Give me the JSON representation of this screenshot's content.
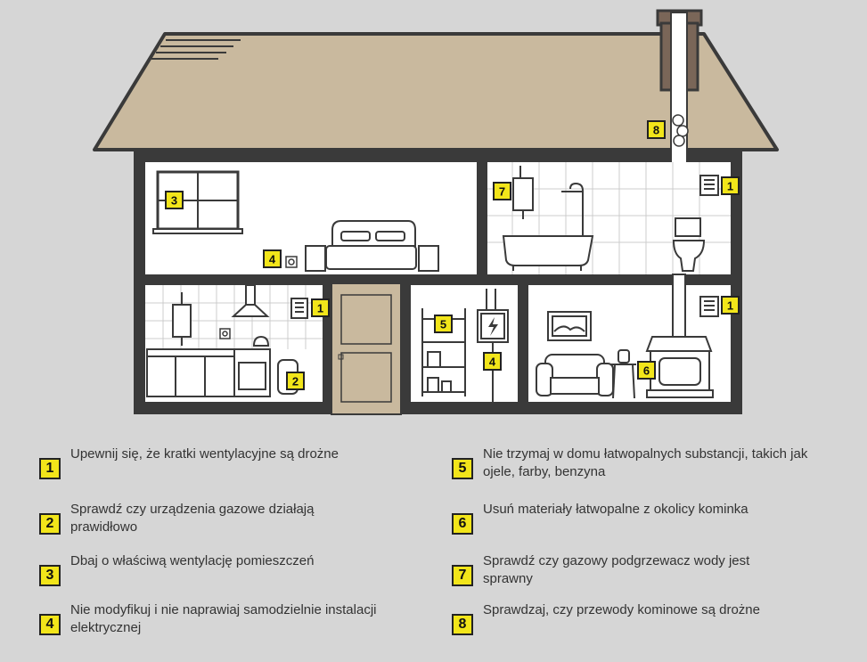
{
  "colors": {
    "background": "#d6d6d6",
    "roof": "#c9b99e",
    "wall_outline": "#3a3a3a",
    "room_fill": "#ffffff",
    "door": "#c9b99e",
    "badge_fill": "#f2e51a",
    "chimney_brick": "#7a6658"
  },
  "diagram_badges": [
    {
      "id": "b8",
      "label": "8"
    },
    {
      "id": "b3",
      "label": "3"
    },
    {
      "id": "b4-bedroom",
      "label": "4"
    },
    {
      "id": "b7",
      "label": "7"
    },
    {
      "id": "b1-bathroom",
      "label": "1"
    },
    {
      "id": "b1-kitchen",
      "label": "1"
    },
    {
      "id": "b2",
      "label": "2"
    },
    {
      "id": "b5",
      "label": "5"
    },
    {
      "id": "b4-utility",
      "label": "4"
    },
    {
      "id": "b6",
      "label": "6"
    },
    {
      "id": "b1-living",
      "label": "1"
    }
  ],
  "legend": [
    {
      "number": "1",
      "text": "Upewnij się, że kratki wentylacyjne są drożne"
    },
    {
      "number": "2",
      "text": "Sprawdź czy urządzenia gazowe działają prawidłowo"
    },
    {
      "number": "3",
      "text": "Dbaj o właściwą wentylację pomieszczeń"
    },
    {
      "number": "4",
      "text": "Nie modyfikuj i nie naprawiaj samodzielnie instalacji elektrycznej"
    },
    {
      "number": "5",
      "text": "Nie trzymaj w domu łatwopalnych substancji, takich jak ojele, farby, benzyna"
    },
    {
      "number": "6",
      "text": "Usuń materiały łatwopalne z okolicy kominka"
    },
    {
      "number": "7",
      "text": "Sprawdź czy gazowy podgrzewacz wody jest sprawny"
    },
    {
      "number": "8",
      "text": "Sprawdzaj, czy przewody kominowe są drożne"
    }
  ]
}
